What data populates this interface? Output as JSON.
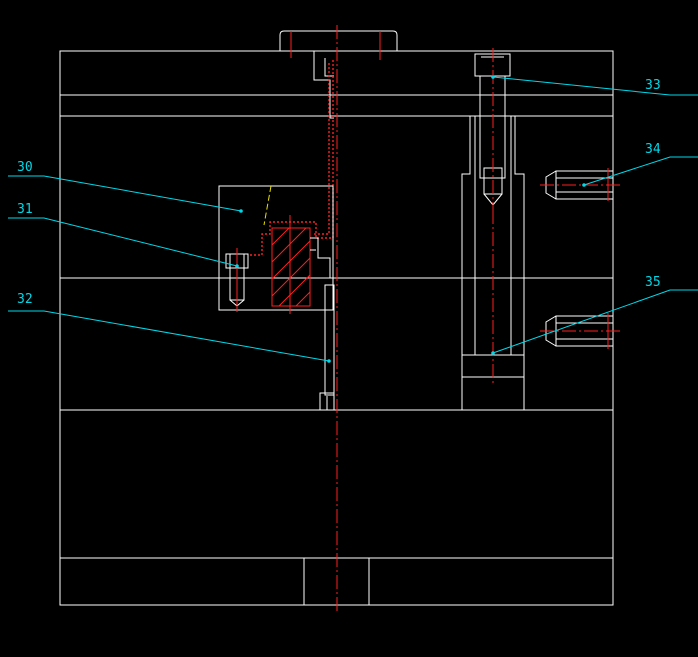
{
  "callouts": [
    {
      "id": "30",
      "label": "30"
    },
    {
      "id": "31",
      "label": "31"
    },
    {
      "id": "32",
      "label": "32"
    },
    {
      "id": "33",
      "label": "33"
    },
    {
      "id": "34",
      "label": "34"
    },
    {
      "id": "35",
      "label": "35"
    }
  ],
  "colors": {
    "background": "#000000",
    "outline": "#ffffff",
    "centerline": "#ff2020",
    "leader": "#00d8e8",
    "hidden": "#e8e000"
  }
}
